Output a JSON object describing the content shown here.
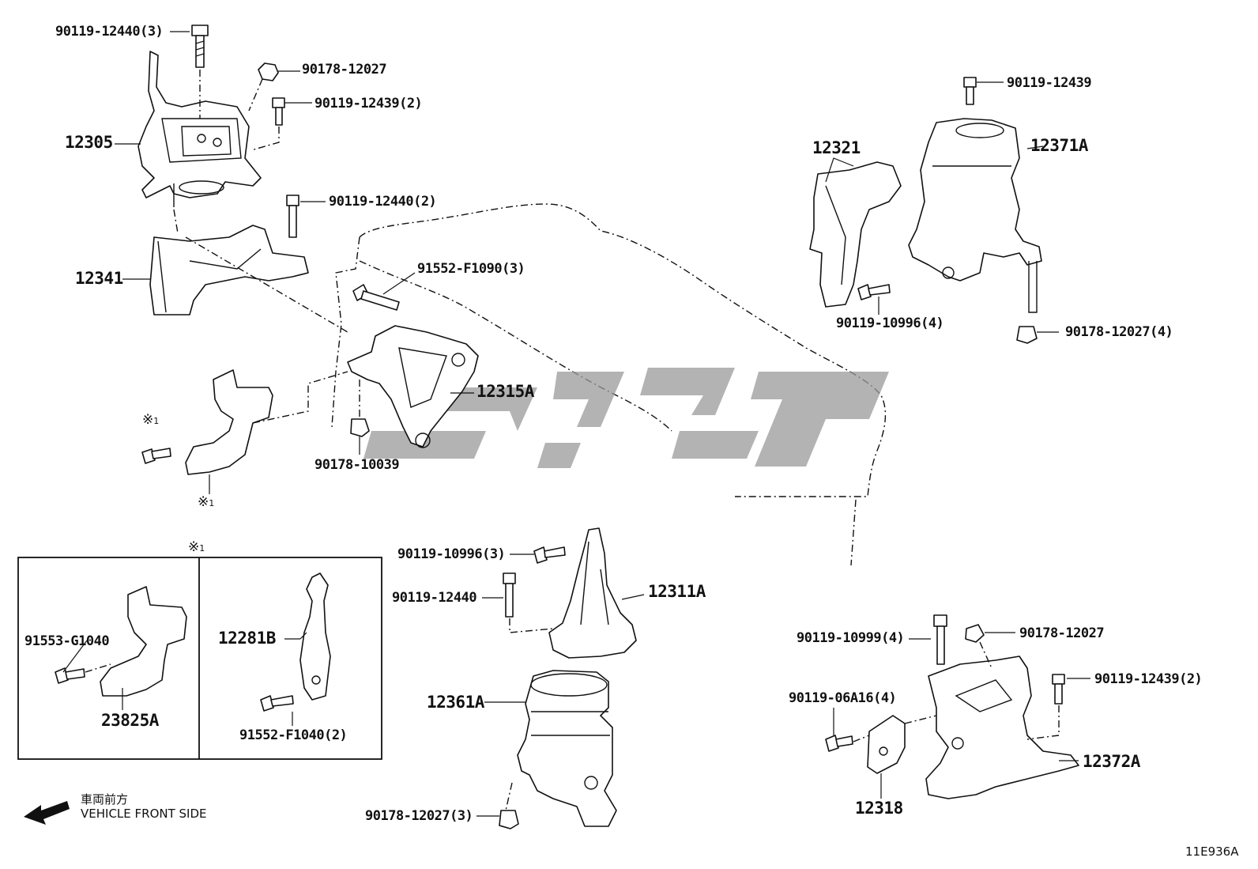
{
  "diagram": {
    "watermark_color": "#9a9a9a",
    "line_color": "#111111",
    "callouts": [
      {
        "id": "c1",
        "text": "90119-12440(3)"
      },
      {
        "id": "c2",
        "text": "90178-12027"
      },
      {
        "id": "c3",
        "text": "90119-12439(2)"
      },
      {
        "id": "c4",
        "text": "12305"
      },
      {
        "id": "c5",
        "text": "90119-12440(2)"
      },
      {
        "id": "c6",
        "text": "12341"
      },
      {
        "id": "c7",
        "text": "91552-F1090(3)"
      },
      {
        "id": "c8",
        "text": "12315A"
      },
      {
        "id": "c9",
        "text": "90178-10039"
      },
      {
        "id": "c10",
        "text": "90119-12439"
      },
      {
        "id": "c11",
        "text": "12321"
      },
      {
        "id": "c12",
        "text": "12371A"
      },
      {
        "id": "c13",
        "text": "90119-10996(4)"
      },
      {
        "id": "c14",
        "text": "90178-12027(4)"
      },
      {
        "id": "c15",
        "text": "90119-10996(3)"
      },
      {
        "id": "c16",
        "text": "90119-12440"
      },
      {
        "id": "c17",
        "text": "12311A"
      },
      {
        "id": "c18",
        "text": "12361A"
      },
      {
        "id": "c19",
        "text": "90178-12027(3)"
      },
      {
        "id": "c20",
        "text": "90119-10999(4)"
      },
      {
        "id": "c21",
        "text": "90178-12027"
      },
      {
        "id": "c22",
        "text": "90119-12439(2)"
      },
      {
        "id": "c23",
        "text": "90119-06A16(4)"
      },
      {
        "id": "c24",
        "text": "12372A"
      },
      {
        "id": "c25",
        "text": "12318"
      },
      {
        "id": "c26",
        "text": "91553-G1040"
      },
      {
        "id": "c27",
        "text": "23825A"
      },
      {
        "id": "c28",
        "text": "12281B"
      },
      {
        "id": "c29",
        "text": "91552-F1040(2)"
      }
    ],
    "reference_mark": "※",
    "reference_number": "1",
    "front_label_jp": "車両前方",
    "front_label_en": "VEHICLE FRONT SIDE",
    "diagram_code": "11E936A"
  }
}
